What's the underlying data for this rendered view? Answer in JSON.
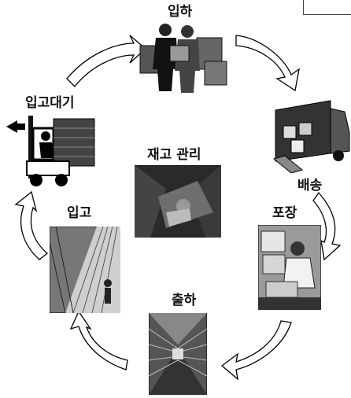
{
  "cycle": {
    "center": {
      "label": "재고 관리"
    },
    "stages": [
      {
        "id": "inbound-receipt",
        "label": "입하"
      },
      {
        "id": "delivery",
        "label": "배송"
      },
      {
        "id": "packing",
        "label": "포장"
      },
      {
        "id": "shipping",
        "label": "출하"
      },
      {
        "id": "warehousing",
        "label": "입고"
      },
      {
        "id": "warehousing-standby",
        "label": "입고대기"
      }
    ]
  }
}
